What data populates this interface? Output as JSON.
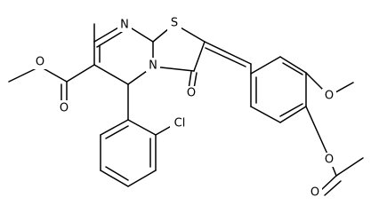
{
  "molecule": {
    "atom_labels": {
      "pyrimidine_n": "N",
      "ring_fusion_n": "N",
      "thiazole_s": "S",
      "oxo_o": "O",
      "ester_carbonyl_o": "O",
      "ester_ether_o": "O",
      "methoxy_o": "O",
      "acetoxy_ether_o": "O",
      "acetyl_carbonyl_o": "O",
      "chlorine": "Cl"
    }
  }
}
